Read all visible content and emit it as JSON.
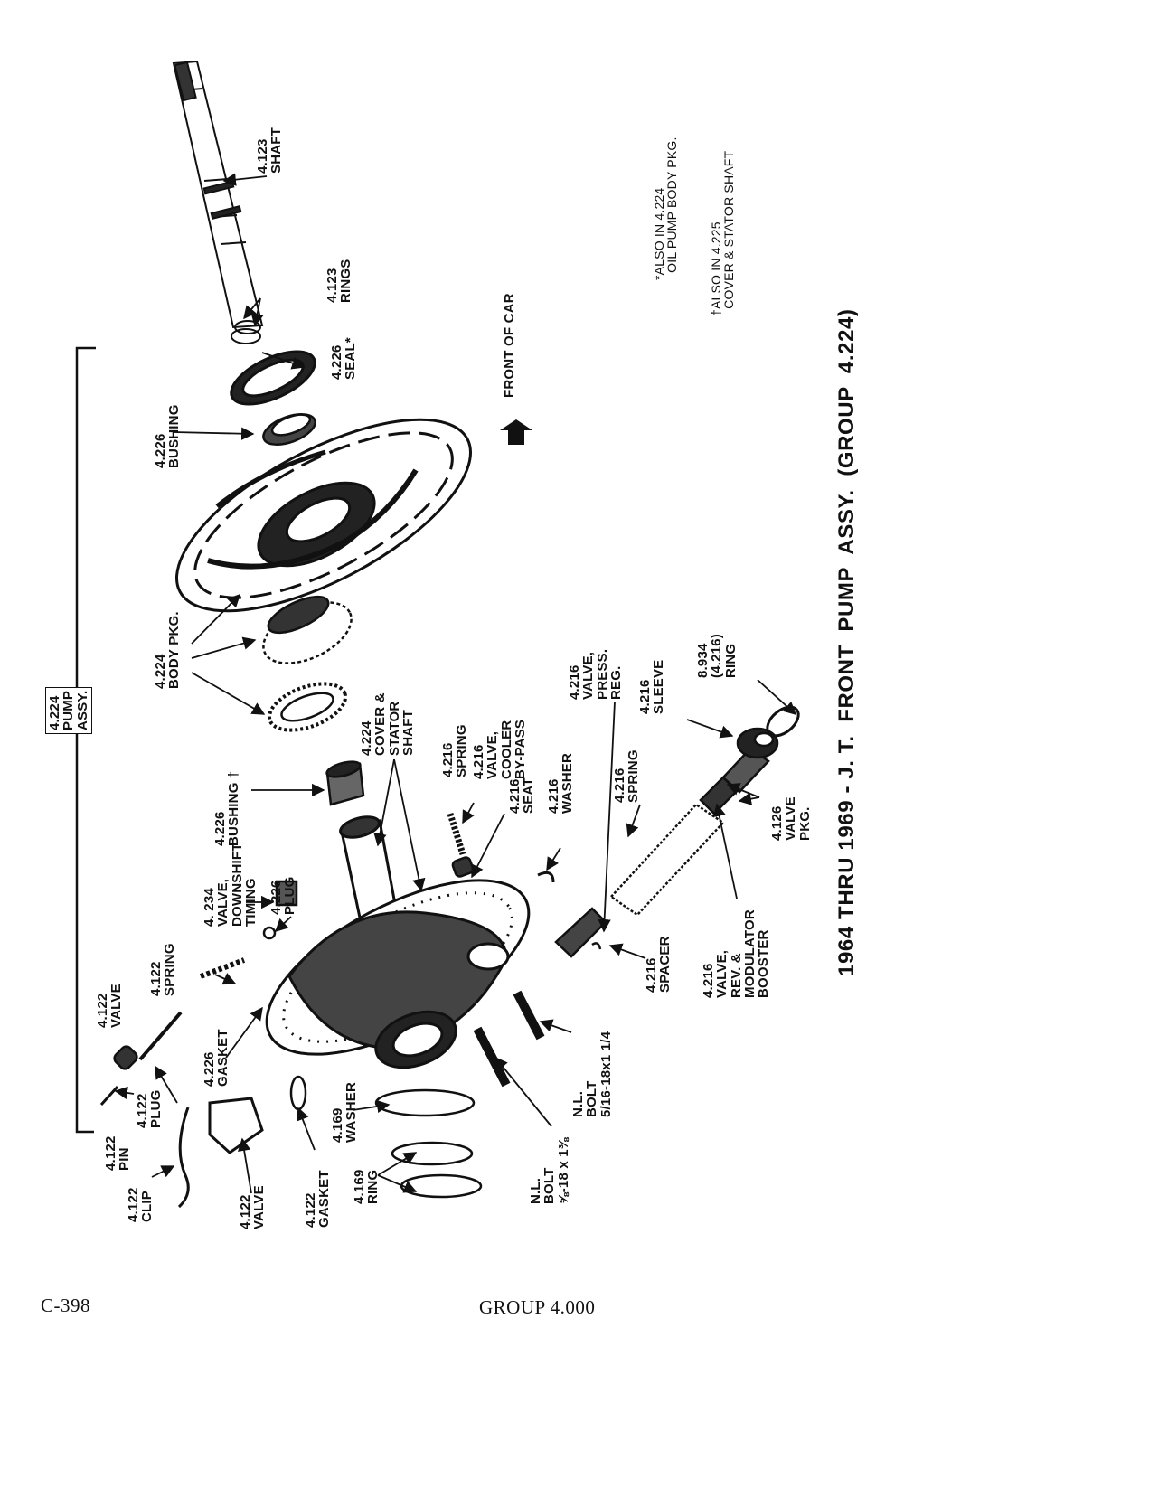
{
  "title": "1964 THRU 1969 - J. T.  FRONT  PUMP  ASSY.  (GROUP  4.224)",
  "front_label": "FRONT OF CAR",
  "assembly_box": "4.224\nPUMP\nASSY.",
  "notes": [
    "*ALSO IN 4.224\n  OIL PUMP BODY PKG.",
    "†ALSO IN 4.225\n  COVER & STATOR SHAFT"
  ],
  "labels": [
    "4.123\nSHAFT",
    "4.123\nRINGS",
    "4.226\nSEAL*",
    "4.226\nBUSHING",
    "4.224\nBODY PKG.",
    "4.224\nCOVER &\nSTATOR\nSHAFT",
    "4.226\nBUSHING †",
    "4.216\nSPRING",
    "4.216\nVALVE,\nCOOLER\nBY-PASS",
    "4.216\nSEAT",
    "4.216\nWASHER",
    "4.216\nVALVE,\nPRESS.\nREG.",
    "4.216\nSPRING",
    "4.216\nSLEEVE",
    "8.934\n(4.216)\nRING",
    "4.126\nVALVE\nPKG.",
    "4.216\nVALVE,\nREV. &\nMODULATOR\nBOOSTER",
    "4. 234\nVALVE,\nDOWNSHIFT\nTIMING",
    "4.226\nPLUG",
    "4.122\nSPRING",
    "4.122\nVALVE",
    "4.226\nGASKET",
    "4.122\nPLUG",
    "4.122\nPIN",
    "4.122\nCLIP",
    "4.122\nVALVE",
    "4.122\nGASKET",
    "4.169\nWASHER",
    "4.169\nRING",
    "N.L.\nBOLT\n⅝-18 x 1⅜",
    "N.L.\nBOLT\n5/16-18x1 1/4",
    "4.216\nSPACER"
  ],
  "footer": {
    "page": "C-398",
    "group": "GROUP 4.000"
  }
}
